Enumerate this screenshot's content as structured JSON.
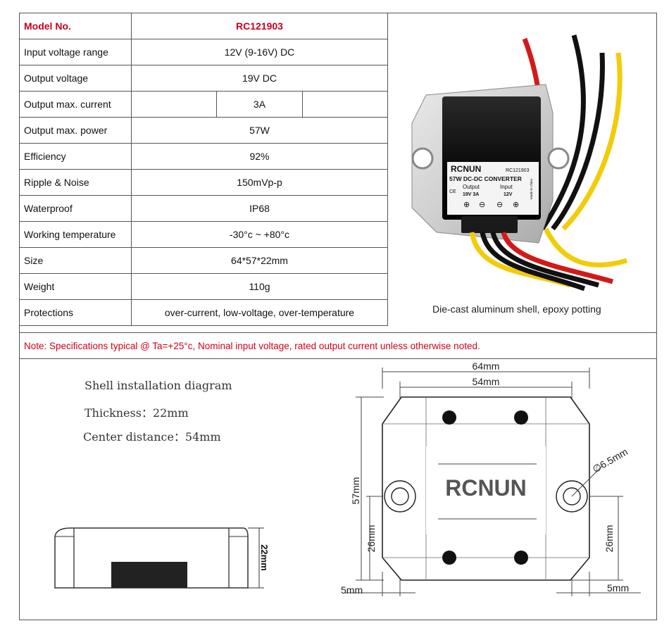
{
  "specs": {
    "header": {
      "label": "Model No.",
      "value": "RC121903"
    },
    "rows": [
      {
        "label": "Input voltage range",
        "value": "12V (9-16V) DC"
      },
      {
        "label": "Output voltage",
        "value": "19V DC"
      },
      {
        "label": "Output max. current",
        "value": "3A"
      },
      {
        "label": "Output max. power",
        "value": "57W"
      },
      {
        "label": "Efficiency",
        "value": "92%"
      },
      {
        "label": "Ripple & Noise",
        "value": "150mVp-p"
      },
      {
        "label": "Waterproof",
        "value": "IP68"
      },
      {
        "label": "Working temperature",
        "value": "-30°c ~ +80°c"
      },
      {
        "label": "Size",
        "value": "64*57*22mm"
      },
      {
        "label": "Weight",
        "value": "110g"
      },
      {
        "label": "Protections",
        "value": "over-current, low-voltage, over-temperature"
      }
    ]
  },
  "product": {
    "caption": "Die-cast aluminum shell, epoxy potting",
    "label_brand": "RCNUN",
    "label_model": "RC121903",
    "label_title": "57W DC-DC CONVERTER",
    "label_output": "Output",
    "label_output_spec": "19V 3A",
    "label_input": "Input",
    "label_input_spec": "12V",
    "label_ce": "CE",
    "label_origin": "Made in China"
  },
  "note": "Note: Specifications typical @ Ta=+25°c, Nominal input voltage, rated output current unless otherwise noted.",
  "diagram": {
    "title": "Shell installation diagram",
    "thickness": "Thickness：22mm",
    "center_distance": "Center distance：54mm",
    "side_height": "22mm",
    "width_outer": "64mm",
    "width_inner": "54mm",
    "height": "57mm",
    "hole_offset_left": "26mm",
    "hole_offset_right": "26mm",
    "edge_left": "5mm",
    "edge_right": "5mm",
    "hole_diameter": "∅6.5mm",
    "brand": "RCNUN"
  }
}
